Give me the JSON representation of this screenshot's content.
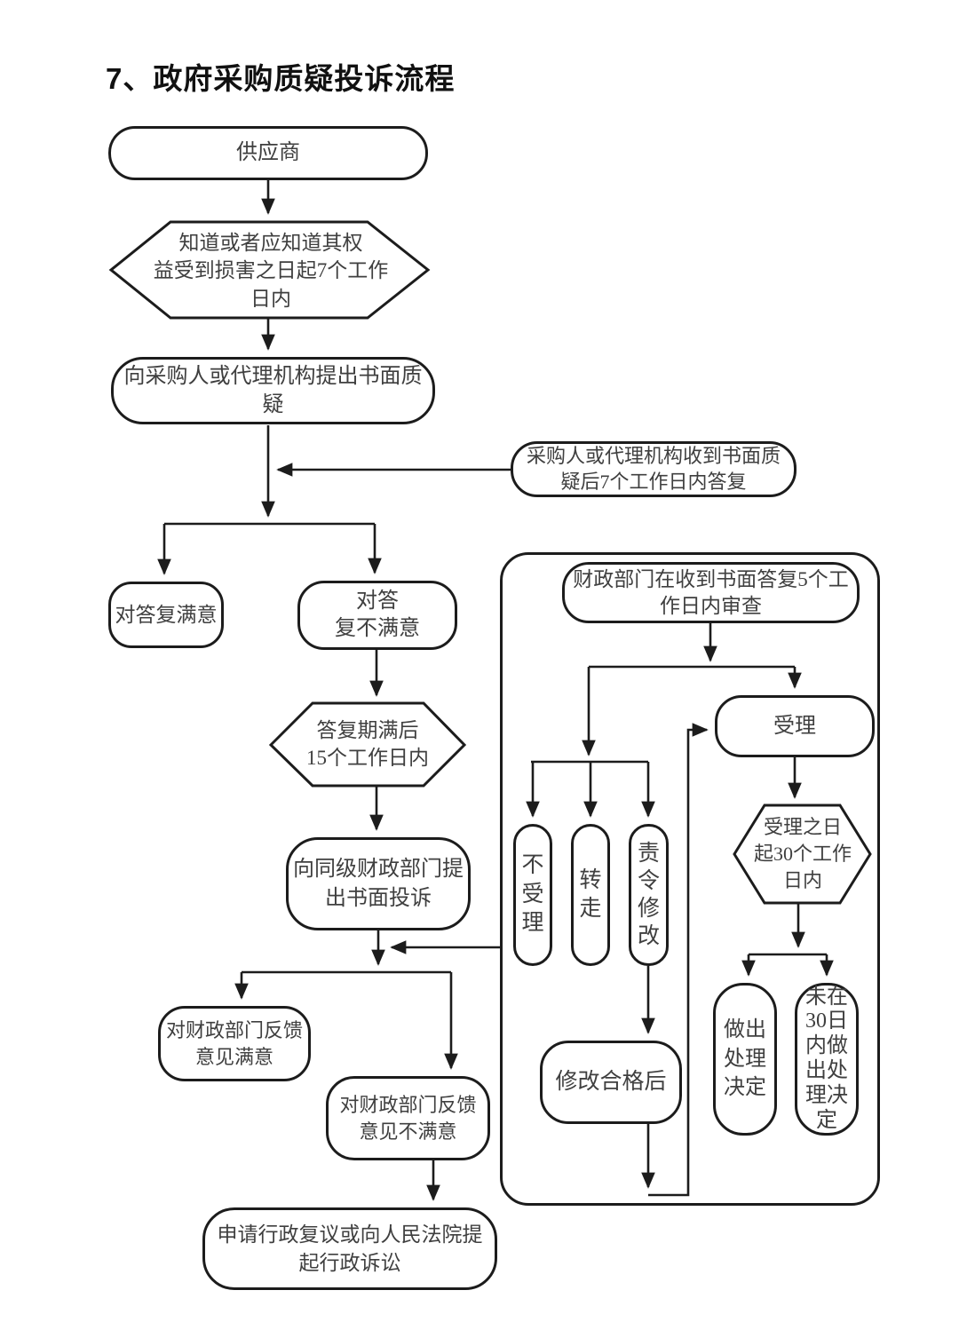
{
  "title": "7、政府采购质疑投诉流程",
  "accent_color": "#1c1c1c",
  "text_color": "#3f3f3f",
  "nodes": {
    "supplier": "供应商",
    "know_deadline": "知道或者应知道其权\n益受到损害之日起7个工作\n日内",
    "raise_query": "向采购人或代理机构提出书面质疑",
    "reply_deadline": "采购人或代理机构收到书面质\n疑后7个工作日内答复",
    "satisfied": "对答复满意",
    "unsatisfied": "对答\n复不满意",
    "after_reply_deadline": "答复期满后\n15个工作日内",
    "complaint": "向同级财政部门提\n出书面投诉",
    "review": "财政部门在收到书面答复5个工\n作日内审查",
    "accept": "受理",
    "reject": "不\n受\n理",
    "transfer": "转\n走",
    "order_fix": "责\n令\n修\n改",
    "fixed_ok": "修改合格后",
    "accept_deadline": "受理之日\n起30个工作\n日内",
    "decision": "做出\n处理\n决定",
    "no_decision": "未在\n30日\n内做\n出处\n理决\n定",
    "fb_satisfied": "对财政部门反馈\n意见满意",
    "fb_unsatisfied": "对财政部门反馈\n意见不满意",
    "lawsuit": "申请行政复议或向人民法院提\n起行政诉讼"
  }
}
